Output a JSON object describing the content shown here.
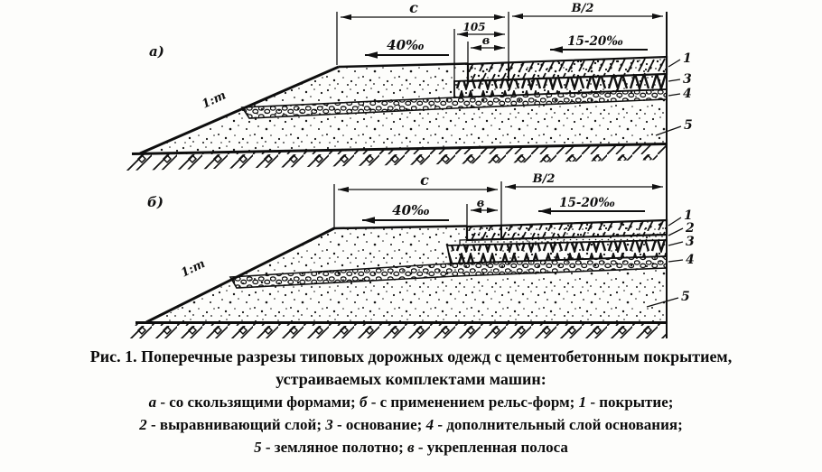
{
  "diagram_a": {
    "panel_label": "а)",
    "slope_ratio": "1:m",
    "dim_shoulder": "c",
    "dim_105": "105",
    "dim_strip": "в",
    "dim_half_width": "В/2",
    "slope_shoulder": "40‰",
    "slope_pavement": "15-20‰",
    "callout_1": "1",
    "callout_3": "3",
    "callout_4": "4",
    "callout_5": "5"
  },
  "diagram_b": {
    "panel_label": "б)",
    "slope_ratio": "1:m",
    "dim_shoulder": "c",
    "dim_strip": "в",
    "dim_half_width": "В/2",
    "slope_shoulder": "40‰",
    "slope_pavement": "15-20‰",
    "callout_1": "1",
    "callout_2": "2",
    "callout_3": "3",
    "callout_4": "4",
    "callout_5": "5"
  },
  "caption": {
    "line1": "Рис. 1. Поперечные разрезы типовых дорожных одежд с цементобетонным покрытием,",
    "line2": "устраиваемых комплектами машин:",
    "line3": {
      "m1": "а",
      "t1": " - со скользящими формами; ",
      "m2": "б",
      "t2": " - с применением рельс-форм; ",
      "m3": "1",
      "t3": " - покрытие;"
    },
    "line4": {
      "m1": "2",
      "t1": " - выравнивающий слой; ",
      "m2": "3",
      "t2": " - основание; ",
      "m3": "4",
      "t3": " - дополнительный слой основания;"
    },
    "line5": {
      "m1": "5",
      "t1": " - земляное полотно; ",
      "m2": "в",
      "t2": " - укрепленная полоса"
    }
  }
}
